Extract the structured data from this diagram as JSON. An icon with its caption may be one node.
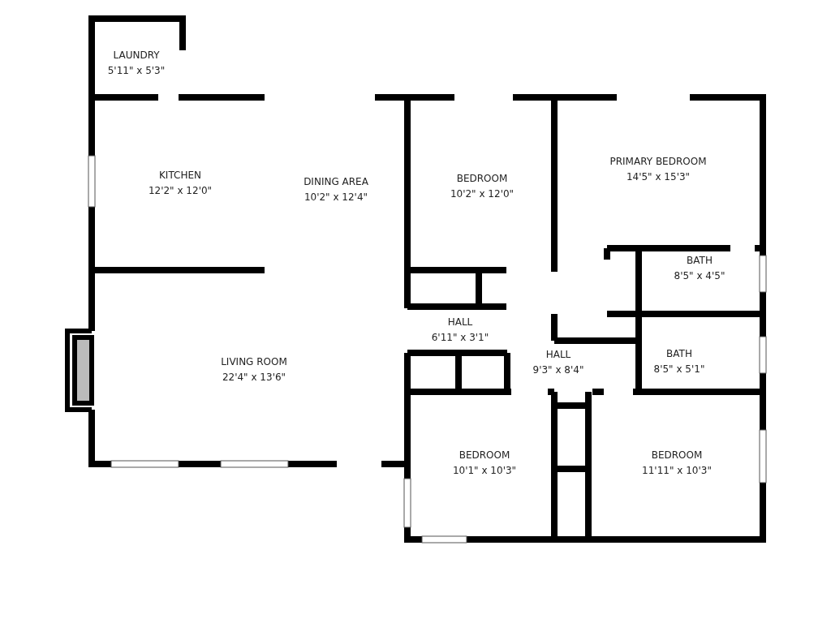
{
  "diagram": {
    "nodes": [
      {
        "text": [
          "LAUNDRY",
          "5'11\" x 5'3\""
        ]
      },
      {
        "text": [
          "KITCHEN",
          "12'2\" x 12'0\""
        ]
      },
      {
        "text": [
          "DINING AREA",
          "10'2\" x 12'4\""
        ]
      },
      {
        "text": [
          "BEDROOM",
          "10'2\" x 12'0\""
        ]
      },
      {
        "text": [
          "PRIMARY BEDROOM",
          "14'5\" x 15'3\""
        ]
      },
      {
        "text": [
          "BATH",
          "8'5\" x 4'5\""
        ]
      },
      {
        "text": [
          "HALL",
          "6'11\" x 3'1\""
        ]
      },
      {
        "text": [
          "LIVING ROOM",
          "22'4\" x 13'6\""
        ]
      },
      {
        "text": [
          "HALL",
          "9'3\" x 8'4\""
        ]
      },
      {
        "text": [
          "BATH",
          "8'5\" x 5'1\""
        ]
      },
      {
        "text": [
          "BEDROOM",
          "10'1\" x 10'3\""
        ]
      },
      {
        "text": [
          "BEDROOM",
          "11'11\" x 10'3\""
        ]
      }
    ]
  }
}
